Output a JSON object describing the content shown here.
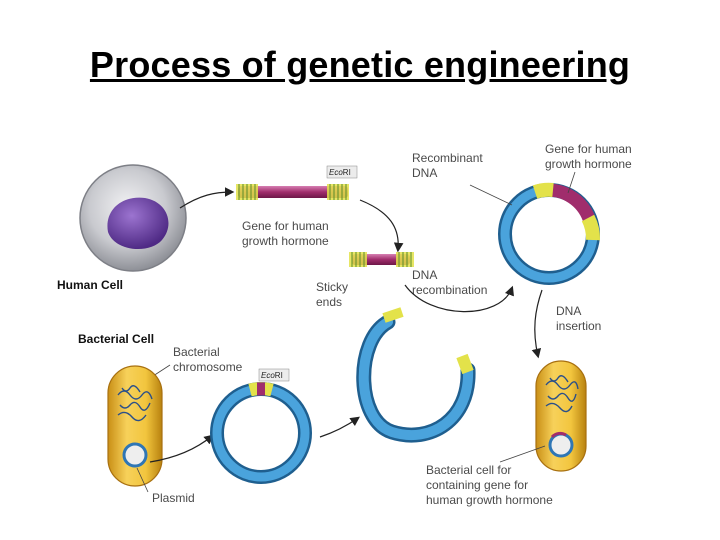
{
  "title": "Process of genetic engineering",
  "labels": {
    "human_cell": "Human Cell",
    "bacterial_cell": "Bacterial Cell",
    "bacterial_chromosome": [
      "Bacterial",
      "chromosome"
    ],
    "plasmid": "Plasmid",
    "gene_for_human_growth_hormone": [
      "Gene for human",
      "growth hormone"
    ],
    "sticky_ends": [
      "Sticky",
      "ends"
    ],
    "dna_recombination": [
      "DNA",
      "recombination"
    ],
    "recombinant_dna": [
      "Recombinant",
      "DNA"
    ],
    "gene_for_human_growth_hormone_2": [
      "Gene for human",
      "growth hormone"
    ],
    "dna_insertion": [
      "DNA",
      "insertion"
    ],
    "bacterial_cell_containing": [
      "Bacterial cell for",
      "containing gene for",
      "human growth hormone"
    ],
    "ecori_top": {
      "italic": "Eco",
      "normal": "RI"
    },
    "ecori_bottom": {
      "italic": "Eco",
      "normal": "RI"
    }
  },
  "colors": {
    "plasmid_blue": "#3b8fc9",
    "gene_magenta": "#b2377a",
    "sticky_yellow": "#e3e24a",
    "bacterium_yellow": "#f0c33a",
    "nucleus_purple": "#6a3fa0"
  }
}
